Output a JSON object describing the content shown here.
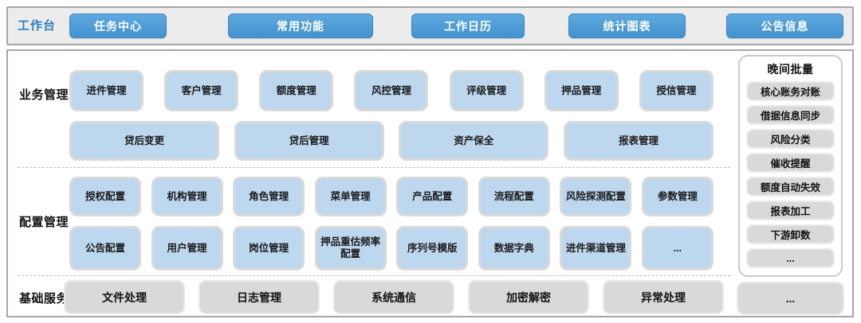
{
  "topbar": {
    "label": "工作台",
    "buttons": [
      "任务中心",
      "常用功能",
      "工作日历",
      "统计图表",
      "公告信息"
    ]
  },
  "sections": {
    "business": {
      "label": "业务管理",
      "row1": [
        "进件管理",
        "客户管理",
        "额度管理",
        "风控管理",
        "评级管理",
        "押品管理",
        "授信管理"
      ],
      "row2": [
        "贷后变更",
        "贷后管理",
        "资产保全",
        "报表管理"
      ]
    },
    "config": {
      "label": "配置管理",
      "row1": [
        "授权配置",
        "机构管理",
        "角色管理",
        "菜单管理",
        "产品配置",
        "流程配置",
        "风险探测配置",
        "参数管理"
      ],
      "row2": [
        "公告配置",
        "用户管理",
        "岗位管理",
        "押品重估频率配置",
        "序列号模版",
        "数据字典",
        "进件渠道管理",
        "..."
      ]
    },
    "base": {
      "label": "基础服务",
      "items": [
        "文件处理",
        "日志管理",
        "系统通信",
        "加密解密",
        "异常处理"
      ],
      "more": "..."
    }
  },
  "sidebar": {
    "title": "晚间批量",
    "items": [
      "核心账务对账",
      "借据信息同步",
      "风险分类",
      "催收提醒",
      "额度自动失效",
      "报表加工",
      "下游卸数",
      "..."
    ]
  },
  "colors": {
    "top_button_blue": "#4a9ad4",
    "tile_blue": "#bdd7ee",
    "tile_gray": "#d9d9d9",
    "workbench_label_blue": "#2f7fc1",
    "panel_border_gray": "#a6a6a6"
  }
}
